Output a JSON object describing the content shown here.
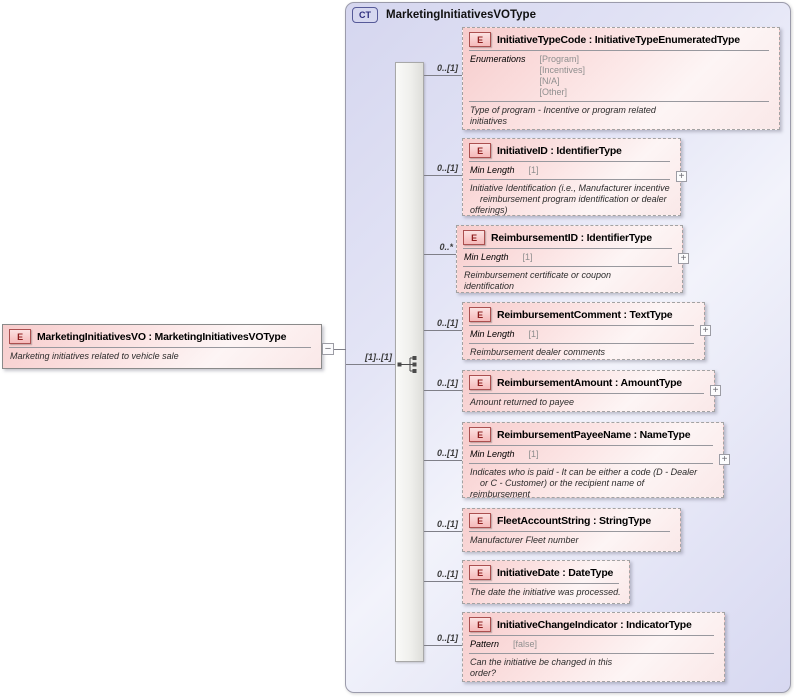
{
  "complex_type": {
    "badge": "CT",
    "name": "MarketingInitiativesVOType"
  },
  "root": {
    "badge": "E",
    "name": "MarketingInitiativesVO : MarketingInitiativesVOType",
    "annotation": "Marketing initiatives related to vehicle sale",
    "cardinality": "[1]..[1]",
    "collapse_glyph": "−"
  },
  "model": {
    "icon": "sequence-icon"
  },
  "elements": [
    {
      "badge": "E",
      "name": "InitiativeTypeCode : InitiativeTypeEnumeratedType",
      "cardinality": "0..[1]",
      "facet": {
        "label": "Enumerations",
        "values": [
          "[Program]",
          "[Incentives]",
          "[N/A]",
          "[Other]"
        ]
      },
      "annotation": "Type of program - Incentive or program related\ninitiatives"
    },
    {
      "badge": "E",
      "name": "InitiativeID : IdentifierType",
      "cardinality": "0..[1]",
      "facet": {
        "label": "Min Length",
        "values": [
          "[1]"
        ]
      },
      "annotation": "Initiative Identification (i.e., Manufacturer incentive\n    reimbursement program identification or dealer\nofferings)",
      "expand_glyph": "+"
    },
    {
      "badge": "E",
      "name": "ReimbursementID : IdentifierType",
      "cardinality": "0..*",
      "facet": {
        "label": "Min Length",
        "values": [
          "[1]"
        ]
      },
      "annotation": "Reimbursement certificate or coupon\nidentification",
      "expand_glyph": "+"
    },
    {
      "badge": "E",
      "name": "ReimbursementComment : TextType",
      "cardinality": "0..[1]",
      "facet": {
        "label": "Min Length",
        "values": [
          "[1]"
        ]
      },
      "annotation": "Reimbursement dealer comments",
      "expand_glyph": "+"
    },
    {
      "badge": "E",
      "name": "ReimbursementAmount : AmountType",
      "cardinality": "0..[1]",
      "annotation": "Amount returned to payee",
      "expand_glyph": "+"
    },
    {
      "badge": "E",
      "name": "ReimbursementPayeeName : NameType",
      "cardinality": "0..[1]",
      "facet": {
        "label": "Min Length",
        "values": [
          "[1]"
        ]
      },
      "annotation": "Indicates who is paid - It can be either a code (D - Dealer\n    or C - Customer) or the recipient name of\nreimbursement",
      "expand_glyph": "+"
    },
    {
      "badge": "E",
      "name": "FleetAccountString : StringType",
      "cardinality": "0..[1]",
      "annotation": "Manufacturer Fleet number"
    },
    {
      "badge": "E",
      "name": "InitiativeDate : DateType",
      "cardinality": "0..[1]",
      "annotation": "The date the initiative was processed."
    },
    {
      "badge": "E",
      "name": "InitiativeChangeIndicator : IndicatorType",
      "cardinality": "0..[1]",
      "facet": {
        "label": "Pattern",
        "values": [
          "[false]"
        ]
      },
      "annotation": "Can the initiative be changed in this\norder?"
    }
  ]
}
